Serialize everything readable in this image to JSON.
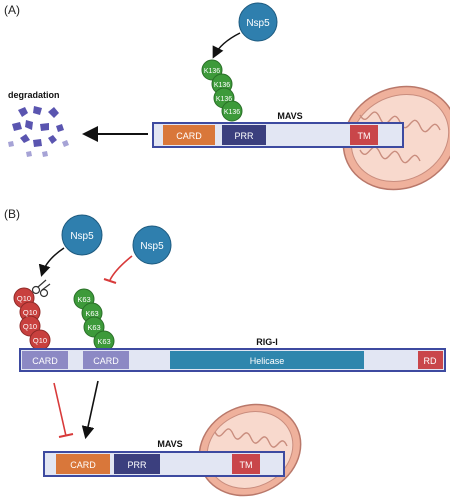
{
  "panelA": {
    "label": "(A)",
    "nsp5": "Nsp5",
    "ubiquitin": [
      "K136",
      "K136",
      "K136",
      "K136"
    ],
    "degradation": "degradation",
    "mavs_title": "MAVS",
    "domains": {
      "card": "CARD",
      "prr": "PRR",
      "tm": "TM"
    }
  },
  "panelB": {
    "label": "(B)",
    "nsp5_left": "Nsp5",
    "nsp5_right": "Nsp5",
    "q10": [
      "Q10",
      "Q10",
      "Q10",
      "Q10"
    ],
    "k63": [
      "K63",
      "K63",
      "K63",
      "K63"
    ],
    "rigi_title": "RIG-I",
    "rigi_domains": {
      "card1": "CARD",
      "card2": "CARD",
      "helicase": "Helicase",
      "rd": "RD"
    },
    "mavs_title": "MAVS",
    "mavs_domains": {
      "card": "CARD",
      "prr": "PRR",
      "tm": "TM"
    }
  },
  "colors": {
    "nsp5": "#2f7fae",
    "ubiquitin_green": "#3d9a3a",
    "q10_red": "#c8403e",
    "card_orange": "#d9773a",
    "prr_navy": "#3b3f7e",
    "tm_red": "#c9464a",
    "bar_fill": "#e2e6f3",
    "bar_border": "#3d4aa0",
    "helicase_blue": "#2f86ad",
    "card_lavender": "#8c89c4",
    "inhibit_red": "#d83a3a",
    "mito": "#e9a892"
  }
}
